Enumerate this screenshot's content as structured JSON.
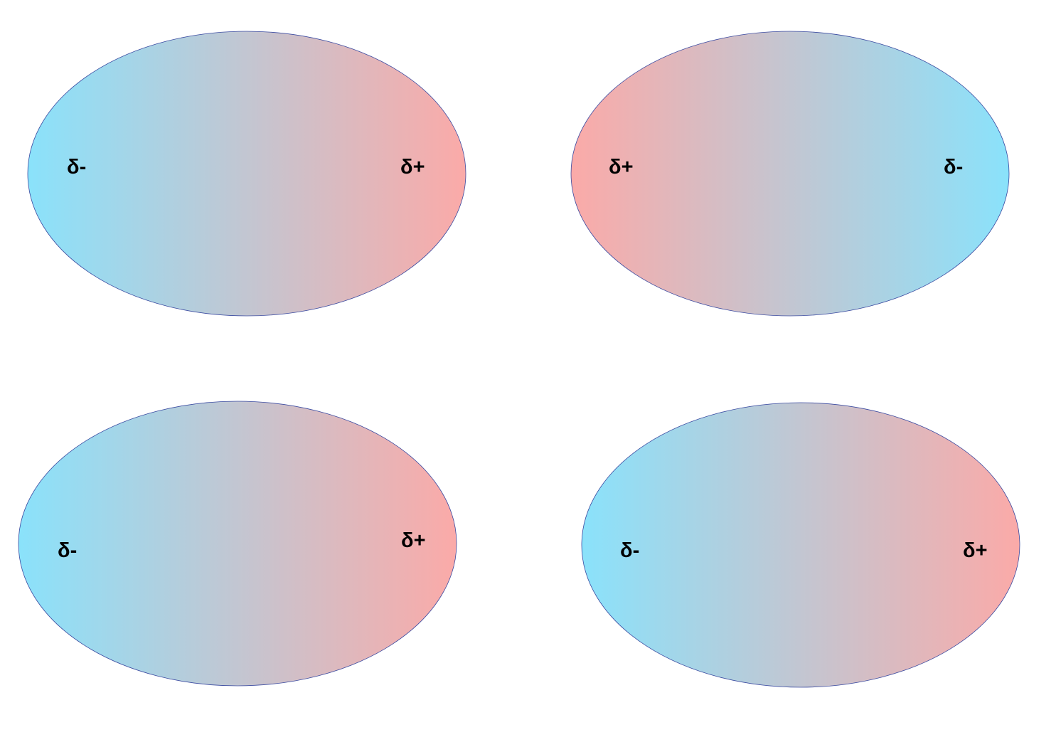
{
  "colors": {
    "negative_pole": "#8ae2fb",
    "positive_pole": "#fbaaa8",
    "outline": "#3a4aa0",
    "label": "#000000"
  },
  "dipoles": [
    {
      "id": "top-left",
      "left_label": "δ-",
      "right_label": "δ+",
      "left_pole": "negative",
      "right_pole": "positive"
    },
    {
      "id": "top-right",
      "left_label": "δ+",
      "right_label": "δ-",
      "left_pole": "positive",
      "right_pole": "negative"
    },
    {
      "id": "bottom-left",
      "left_label": "δ-",
      "right_label": "δ+",
      "left_pole": "negative",
      "right_pole": "positive"
    },
    {
      "id": "bottom-right",
      "left_label": "δ-",
      "right_label": "δ+",
      "left_pole": "negative",
      "right_pole": "positive"
    }
  ]
}
